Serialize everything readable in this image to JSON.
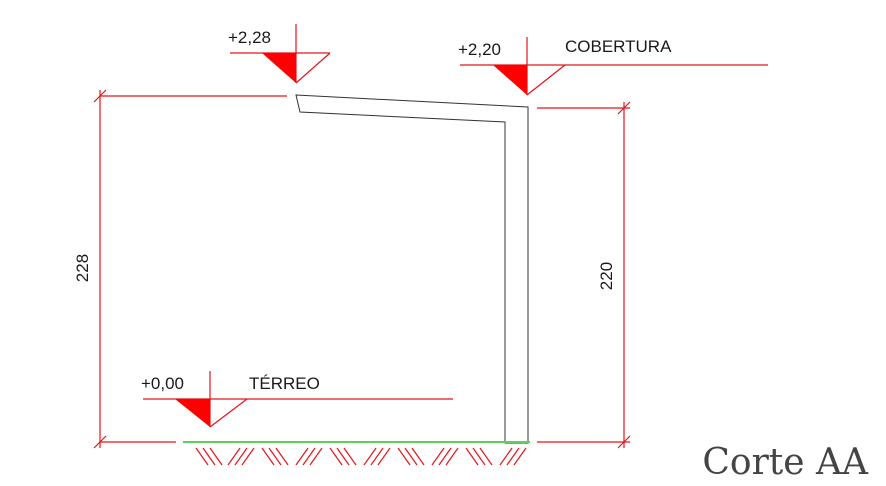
{
  "drawing": {
    "title": "Corte AA",
    "levels": {
      "level_228": {
        "value": "+2,28"
      },
      "level_220": {
        "value": "+2,20",
        "name": "COBERTURA"
      },
      "level_000": {
        "value": "+0,00",
        "name": "TÉRREO"
      }
    },
    "dimensions": {
      "left_height": "228",
      "right_height": "220"
    },
    "colors": {
      "dimension": "#e5141a",
      "marker_fill": "#ff0000",
      "ground": "#5ad15a",
      "hatch": "#e5141a",
      "outline": "#333333",
      "title": "#444444"
    }
  }
}
